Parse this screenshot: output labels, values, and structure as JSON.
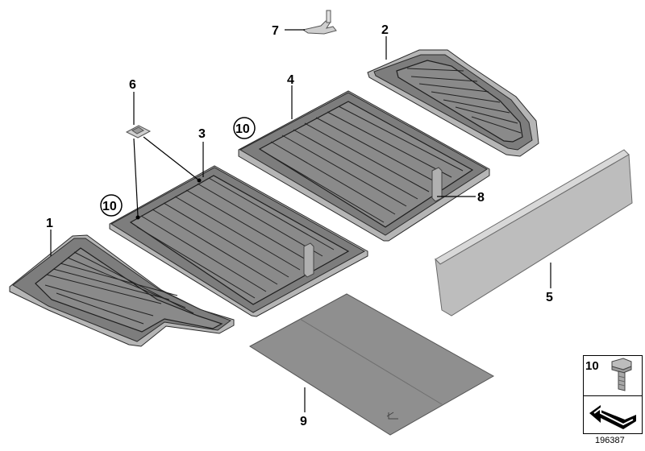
{
  "labels": {
    "part1": "1",
    "part2": "2",
    "part3": "3",
    "part4": "4",
    "part5": "5",
    "part6": "6",
    "part7": "7",
    "part8": "8",
    "part9": "9",
    "part10a": "10",
    "part10b": "10"
  },
  "legend": {
    "item_number": "10"
  },
  "diagram_number": "196387",
  "colors": {
    "panel": "#7d7d7d",
    "panel_edge": "#b5b5b5",
    "mat": "#8f8f8f",
    "strip": "#bdbdbd",
    "ink": "#000000"
  }
}
